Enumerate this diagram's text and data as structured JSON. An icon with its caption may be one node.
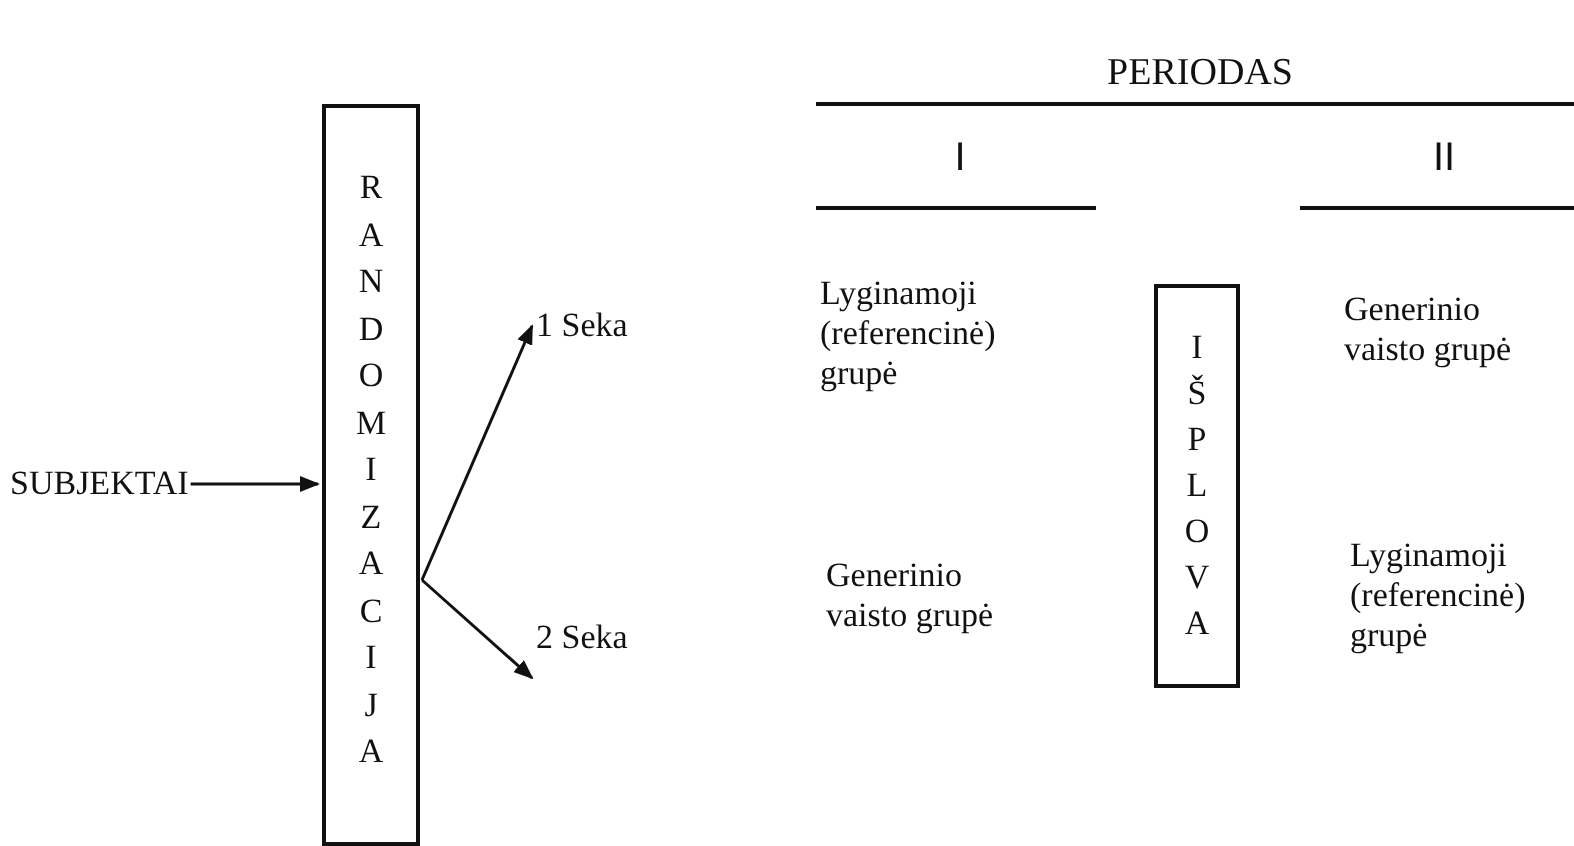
{
  "diagram": {
    "nodes": [
      {
        "text": [
          "SUBJEKTAI"
        ]
      },
      {
        "text": [
          "RANDOMIZACIJA"
        ]
      },
      {
        "text": [
          "1 Seka"
        ]
      },
      {
        "text": [
          "2 Seka"
        ]
      },
      {
        "text": [
          "IŠPLOVA"
        ]
      }
    ],
    "edges": [
      {
        "from": 0,
        "to": 1,
        "arrow": "to"
      },
      {
        "from": 1,
        "to": 2,
        "arrow": "to"
      },
      {
        "from": 1,
        "to": 3,
        "arrow": "to"
      }
    ],
    "labels": [
      "PERIODAS",
      "I",
      "II",
      "Lyginamoji (referencinė) grupė",
      "Generinio vaisto grupė",
      "Generinio vaisto grupė",
      "Lyginamoji (referencinė) grupė"
    ]
  }
}
